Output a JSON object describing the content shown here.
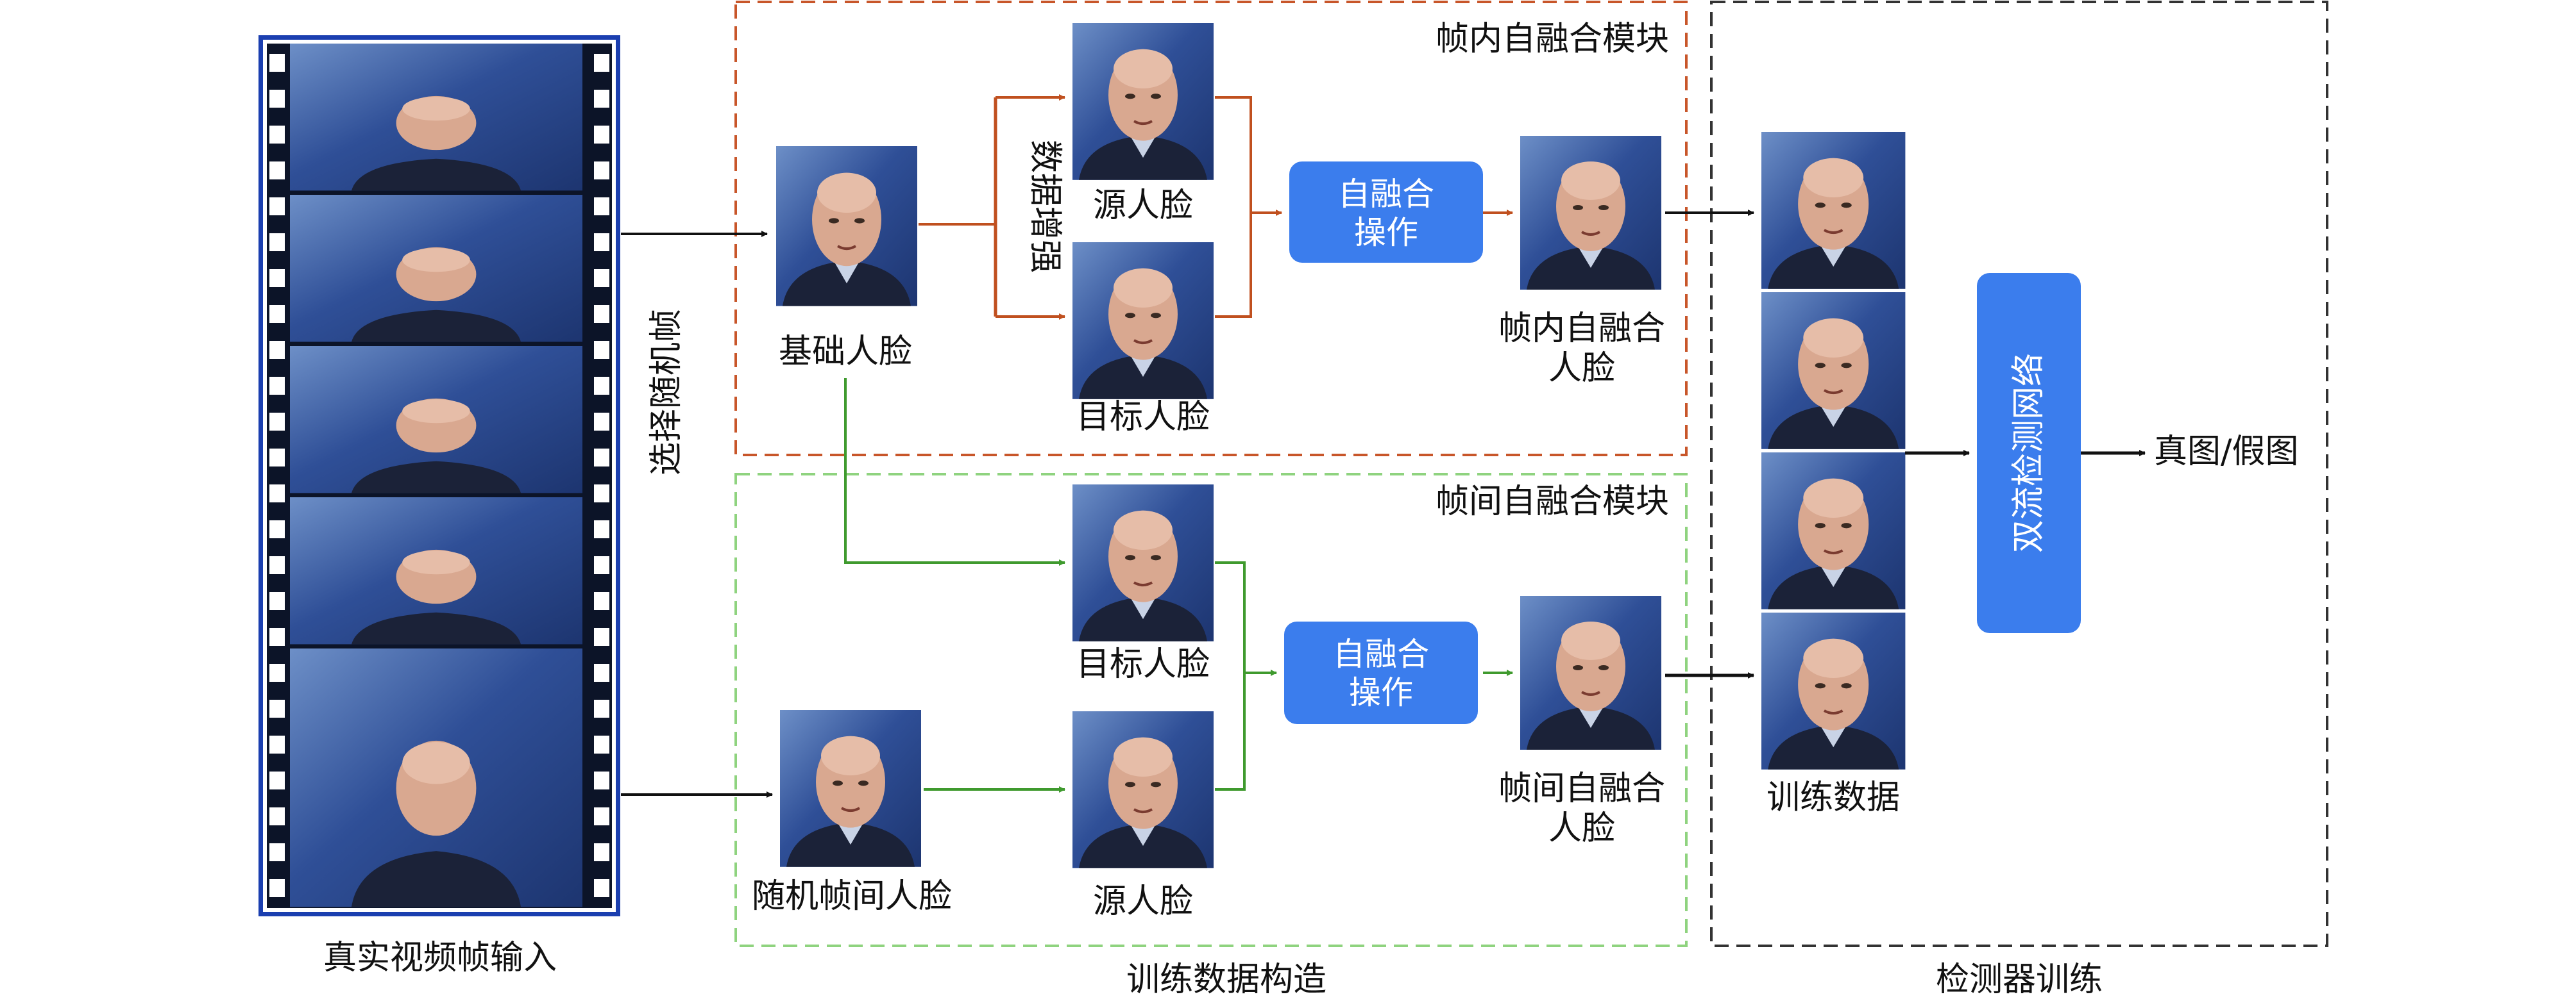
{
  "input": {
    "label": "真实视频帧输入",
    "select_label": "选择随机帧"
  },
  "intra": {
    "title": "帧内自融合模块",
    "base_face": "基础人脸",
    "augment": "数据增强",
    "source_face": "源人脸",
    "target_face": "目标人脸",
    "op_line1": "自融合",
    "op_line2": "操作",
    "result_line1": "帧内自融合",
    "result_line2": "人脸"
  },
  "inter": {
    "title": "帧间自融合模块",
    "target_face": "目标人脸",
    "random_face": "随机帧间人脸",
    "source_face": "源人脸",
    "op_line1": "自融合",
    "op_line2": "操作",
    "result_line1": "帧间自融合",
    "result_line2": "人脸"
  },
  "section_construct": "训练数据构造",
  "section_train": "检测器训练",
  "training_data_label": "训练数据",
  "network_label": "双流检测网络",
  "output_label": "真图/假图",
  "colors": {
    "intra_border": "#c8562a",
    "inter_border": "#8fd37f",
    "detector_border": "#333333",
    "orange_arrow": "#c0501f",
    "green_arrow": "#3f9a2e",
    "op_box": "#3b7ded",
    "network_box": "#3b7ded",
    "film_blue": "#1b3fb0",
    "photo_bg": "#2c4a8c",
    "skin": "#d9a890",
    "shirt": "#1b2238"
  }
}
